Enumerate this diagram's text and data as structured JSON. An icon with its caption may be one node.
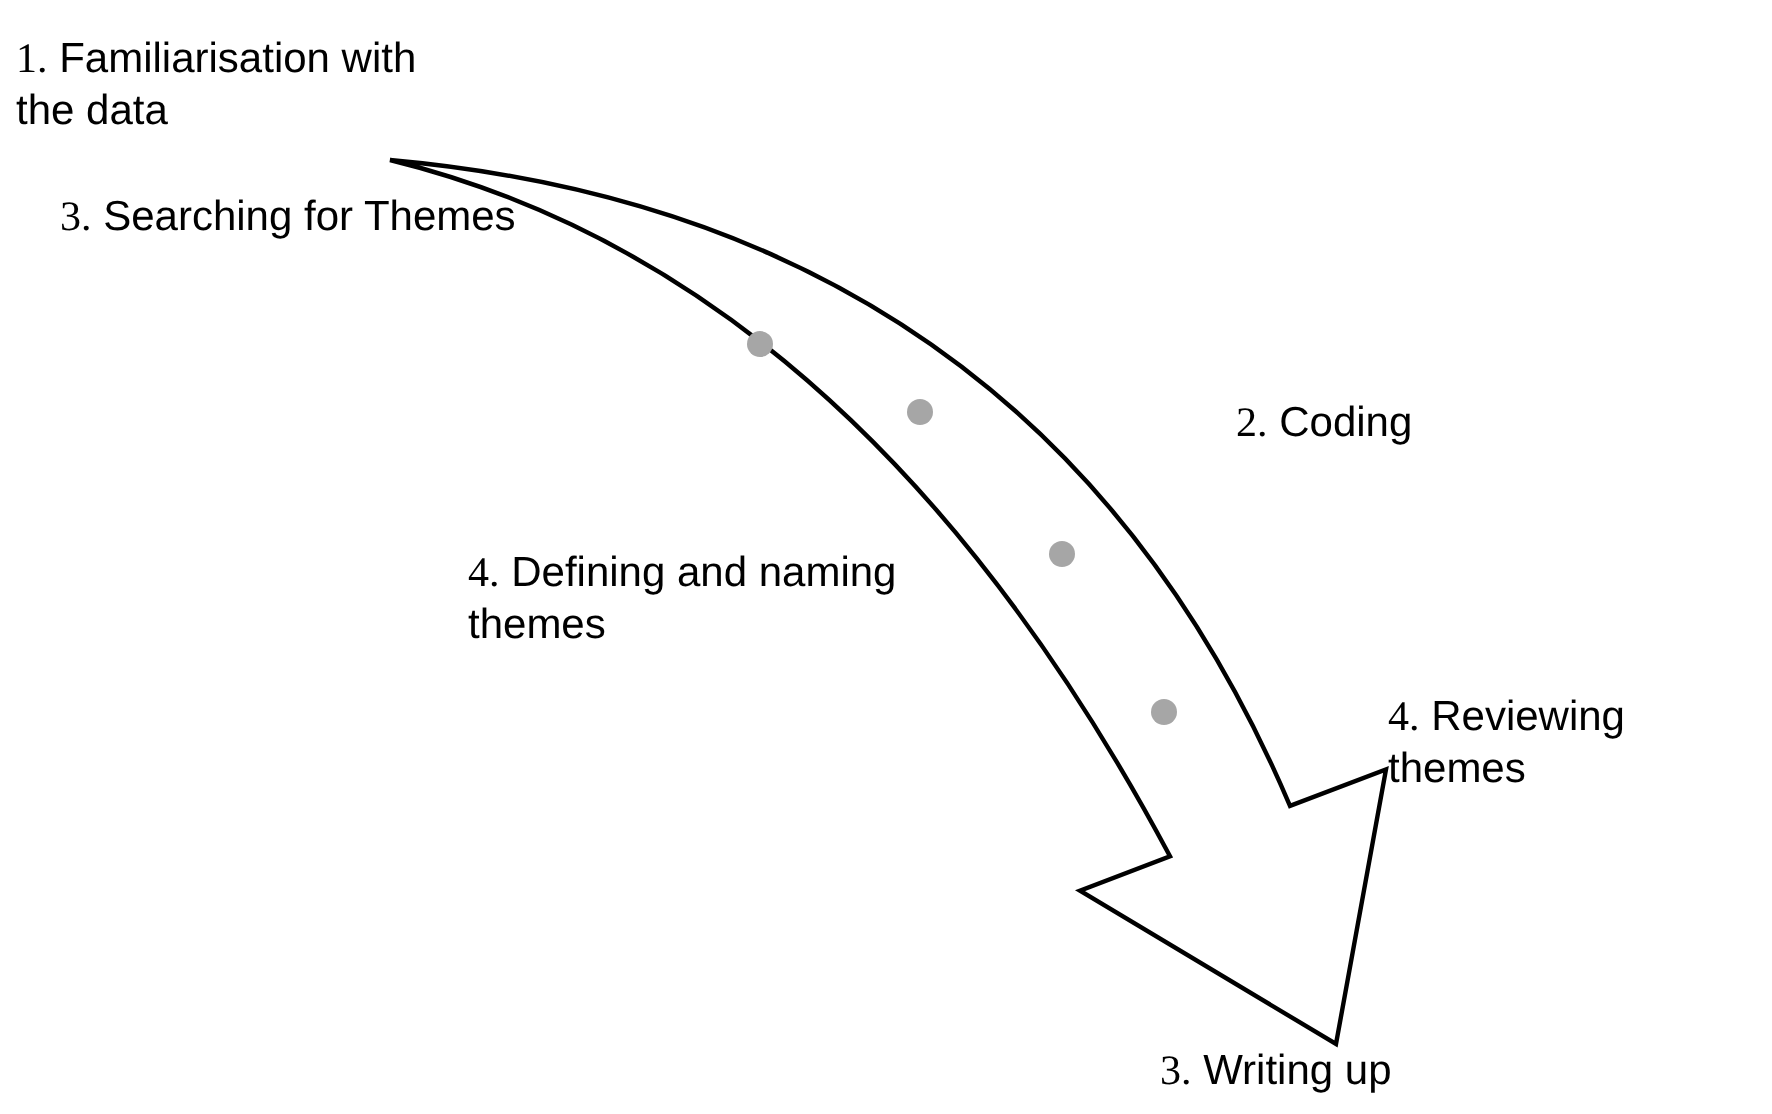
{
  "diagram": {
    "nodes": [
      {
        "text": [
          "1. Familiarisation with the data"
        ]
      },
      {
        "text": [
          "3. Writing up"
        ]
      }
    ],
    "edges": [
      {
        "from": 0,
        "to": 1,
        "arrow": "to",
        "style": "thick"
      }
    ],
    "labels": [
      "3. Searching for Themes",
      "2. Coding",
      "4. Defining and naming themes",
      "4. Reviewing themes"
    ]
  }
}
